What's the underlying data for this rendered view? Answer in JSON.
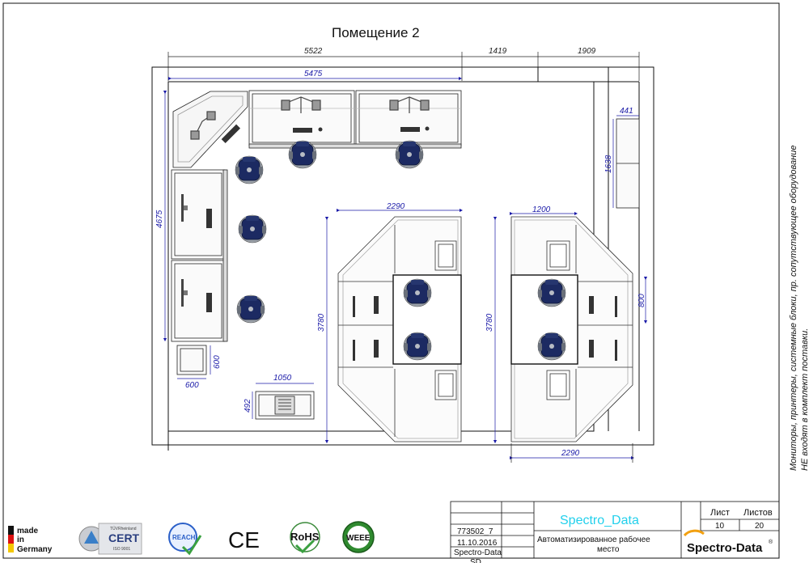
{
  "page_title": "Помещение 2",
  "dimensions": {
    "top_1": "5522",
    "top_2": "1419",
    "top_3": "1909",
    "inner_top": "5475",
    "left_height": "4675",
    "cabinet_width": "441",
    "cabinet_height": "1638",
    "block1_width": "2290",
    "block1_height": "3780",
    "block2_width": "1200",
    "block2_height": "3780",
    "block2_side": "800",
    "block2_bottom": "2290",
    "small_box_width": "600",
    "small_box_height": "600",
    "rack_width": "1050",
    "rack_height": "492"
  },
  "side_note": {
    "line1": "Мониторы, принтеры, системные блоки, пр. сопутствующее оборудование",
    "line2": "НЕ входят в комплект поставки."
  },
  "title_block": {
    "doc_number": "773502_7",
    "date": "11.10.2016",
    "company": "Spectro-Data",
    "code": "SD",
    "project_name": "Spectro_Data",
    "description_line1": "Автоматизированное рабочее",
    "description_line2": "место",
    "sheet_label": "Лист",
    "sheets_label": "Листов",
    "sheet_value": "10",
    "sheets_value": "20",
    "brand": "Spectro-Data",
    "brand_mark": "®"
  },
  "logos": {
    "made_in_line1": "made",
    "made_in_line2": "in",
    "made_in_line3": "Germany",
    "cert_small": "TÜVRheinland",
    "cert_main": "CERT",
    "cert_iso": "ISO 9001",
    "reach": "REACH",
    "ce": "CE",
    "rohs": "RoHS",
    "weee": "WEEE"
  },
  "colors": {
    "dimension_blue": "#1a1aa8",
    "project_cyan": "#22d0ec",
    "chair_navy": "#1c2a62",
    "line_dark": "#111111"
  }
}
